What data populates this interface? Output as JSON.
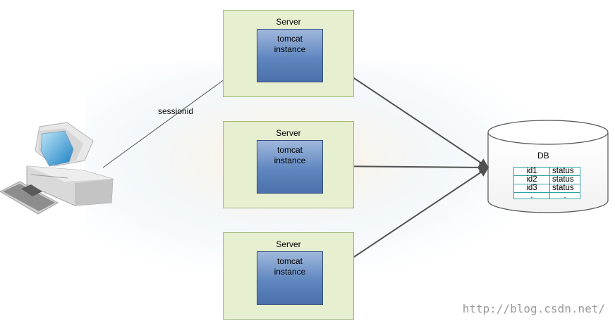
{
  "servers": [
    {
      "title": "Server",
      "line1": "tomcat",
      "line2": "instance"
    },
    {
      "title": "Server",
      "line1": "tomcat",
      "line2": "instance"
    },
    {
      "title": "Server",
      "line1": "tomcat",
      "line2": "instance"
    }
  ],
  "client": {
    "connection_label": "sessionid"
  },
  "db": {
    "title": "DB",
    "rows": [
      {
        "id": "id1",
        "status": "status"
      },
      {
        "id": "id2",
        "status": "status"
      },
      {
        "id": "id3",
        "status": "status"
      }
    ],
    "more_rows": [
      ".",
      "."
    ]
  },
  "watermark": "http://blog.csdn.net/"
}
